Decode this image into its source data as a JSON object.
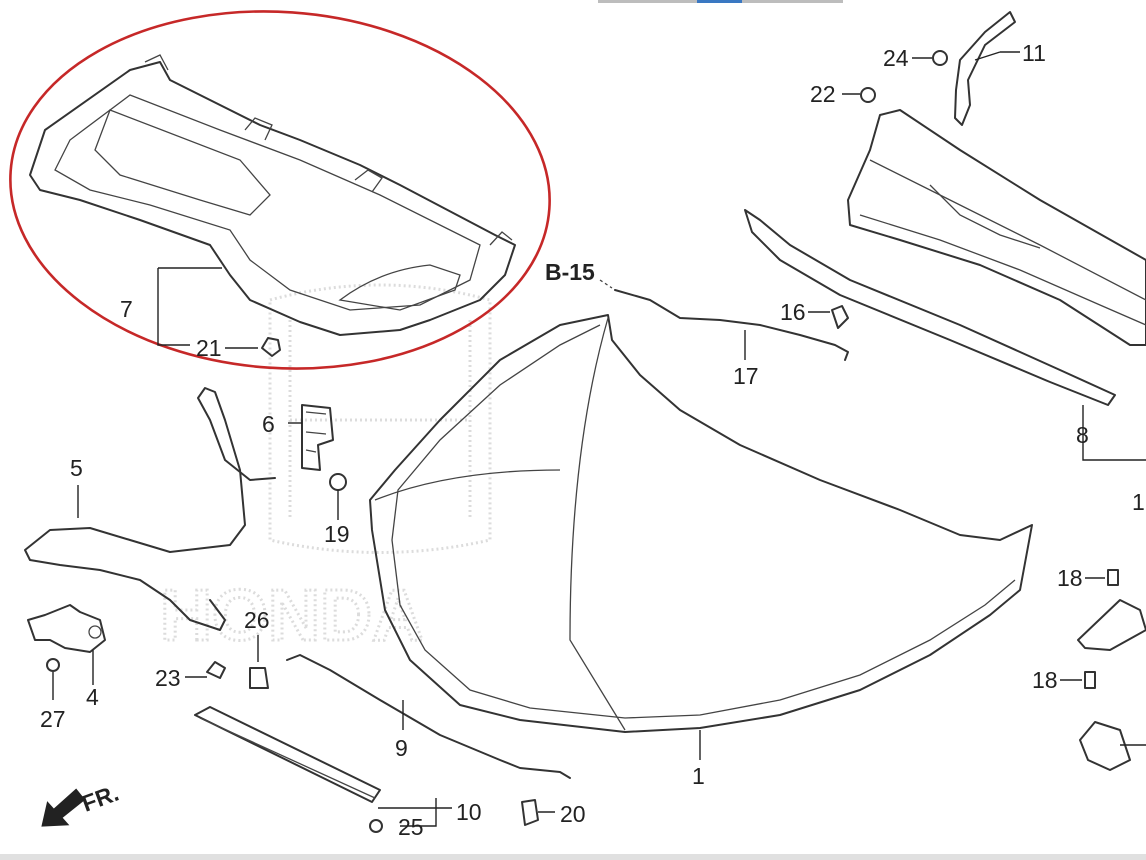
{
  "diagram": {
    "callouts": {
      "c1": "1",
      "c4": "4",
      "c5": "5",
      "c6": "6",
      "c7": "7",
      "c8": "8",
      "c9": "9",
      "c10": "10",
      "c11": "11",
      "c16": "16",
      "c17": "17",
      "c18a": "18",
      "c18b": "18",
      "c19": "19",
      "c20": "20",
      "c21": "21",
      "c22": "22",
      "c23": "23",
      "c24": "24",
      "c25": "25",
      "c26": "26",
      "c27": "27",
      "c12": "1"
    },
    "ref_label": "B-15",
    "direction_label": "FR.",
    "watermark": "HONDA",
    "highlight_color": "#c62828",
    "line_color": "#333333"
  }
}
